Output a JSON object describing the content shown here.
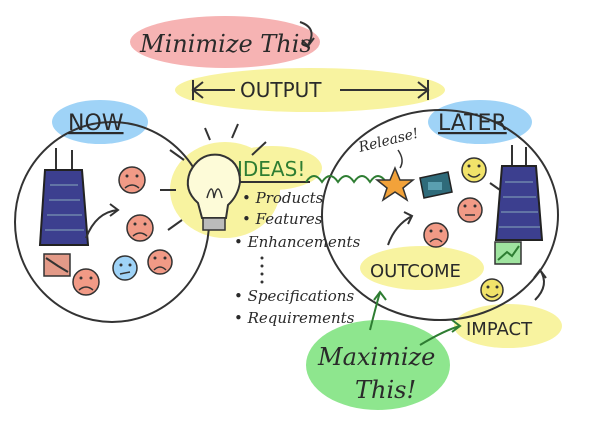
{
  "labels": {
    "minimize": "Minimize This",
    "output": "OUTPUT",
    "now": "NOW",
    "later": "LATER",
    "ideas": "IDEAS!",
    "release": "Release!",
    "outcome": "OUTCOME",
    "impact": "IMPACT",
    "maximize_line1": "Maximize",
    "maximize_line2": "This!"
  },
  "idea_items": [
    "Products",
    "Features",
    "Enhancements"
  ],
  "spec_items": [
    "Specifications",
    "Requirements"
  ],
  "colors": {
    "pink": "#f6b3b3",
    "yellow": "#f8f3a0",
    "blue": "#9fd3f7",
    "green": "#8ee68e",
    "skyscraper": "#3c3f8f",
    "face": "#f19a86",
    "happy_face": "#f1e36a"
  },
  "icons": [
    "skyscraper-icon",
    "lightbulb-icon",
    "star-icon",
    "sad-face-icon",
    "happy-face-icon",
    "chart-up-icon",
    "chart-down-icon"
  ]
}
